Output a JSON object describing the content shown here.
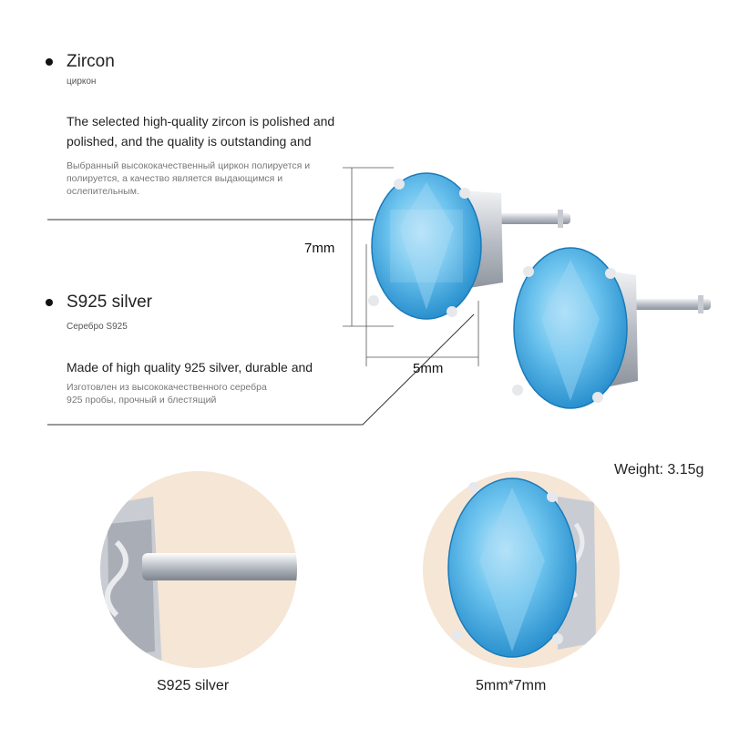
{
  "zircon": {
    "title": "Zircon",
    "title_ru": "циркон",
    "desc_line1": "The selected high-quality zircon is polished and",
    "desc_line2": "polished, and the quality is outstanding and",
    "desc_ru_line1": "Выбранный высококачественный циркон полируется и",
    "desc_ru_line2": "полируется, а качество является выдающимся и",
    "desc_ru_line3": "ослепительным."
  },
  "silver": {
    "title": "S925 silver",
    "title_ru": "Серебро S925",
    "desc_line1": "Made of high quality 925 silver, durable and",
    "desc_ru_line1": "Изготовлен из высококачественного серебра",
    "desc_ru_line2": "925 пробы, прочный и блестящий"
  },
  "dimensions": {
    "height_label": "7mm",
    "width_label": "5mm"
  },
  "weight_label": "Weight: 3.15g",
  "captions": {
    "left": "S925 silver",
    "right": "5mm*7mm"
  },
  "colors": {
    "gem_blue": "#3fa8e0",
    "gem_light": "#9fd8f5",
    "silver": "#c8ccd2",
    "cream": "#f6e6d6"
  }
}
